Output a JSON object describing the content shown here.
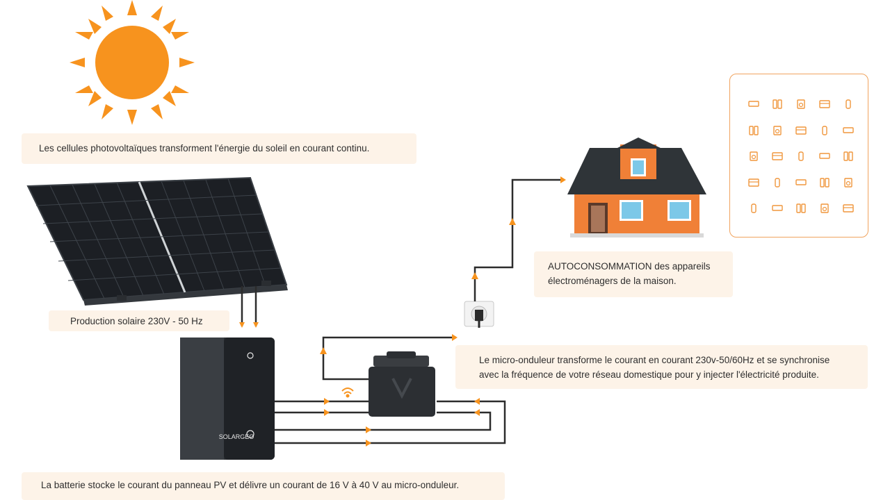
{
  "captions": {
    "cells": "Les cellules photovoltaïques transforment l'énergie du soleil en courant continu.",
    "production": "Production solaire 230V - 50 Hz",
    "autoconsommation_line1": "AUTOCONSOMMATION des appareils",
    "autoconsommation_line2": "électroménagers de la maison.",
    "micro_line1": "Le micro-onduleur transforme le courant en courant 230v-50/60Hz et se synchronise",
    "micro_line2": "avec la fréquence de votre réseau domestique pour y injecter l'électricité produite.",
    "battery": "La batterie stocke le courant du panneau PV et délivre un courant de 16 V à 40 V au micro-onduleur."
  },
  "battery_brand": "SOLARGEO",
  "appliance_icons": [
    "air-conditioner-icon",
    "fridge-icon",
    "washing-machine-icon",
    "oven-icon",
    "remote-icon",
    "router-icon",
    "toaster-icon",
    "microwave-icon",
    "fan-icon",
    "cooktop-icon",
    "cooker-icon",
    "lamp-icon",
    "dishwasher-icon",
    "refrigerator-icon",
    "tv-icon",
    "mixer-icon",
    "iron-icon",
    "heater-icon",
    "kettle-icon",
    "blender-icon",
    "curtain-icon",
    "dryer-icon",
    "cabinet-icon",
    "bulb-icon",
    "stove-icon"
  ],
  "colors": {
    "sun": "#f7931e",
    "caption_bg": "#fdf3e8",
    "arrow": "#f7931e",
    "house_wall": "#f08037",
    "roof": "#2f3438",
    "panel": "#1c1f24"
  }
}
